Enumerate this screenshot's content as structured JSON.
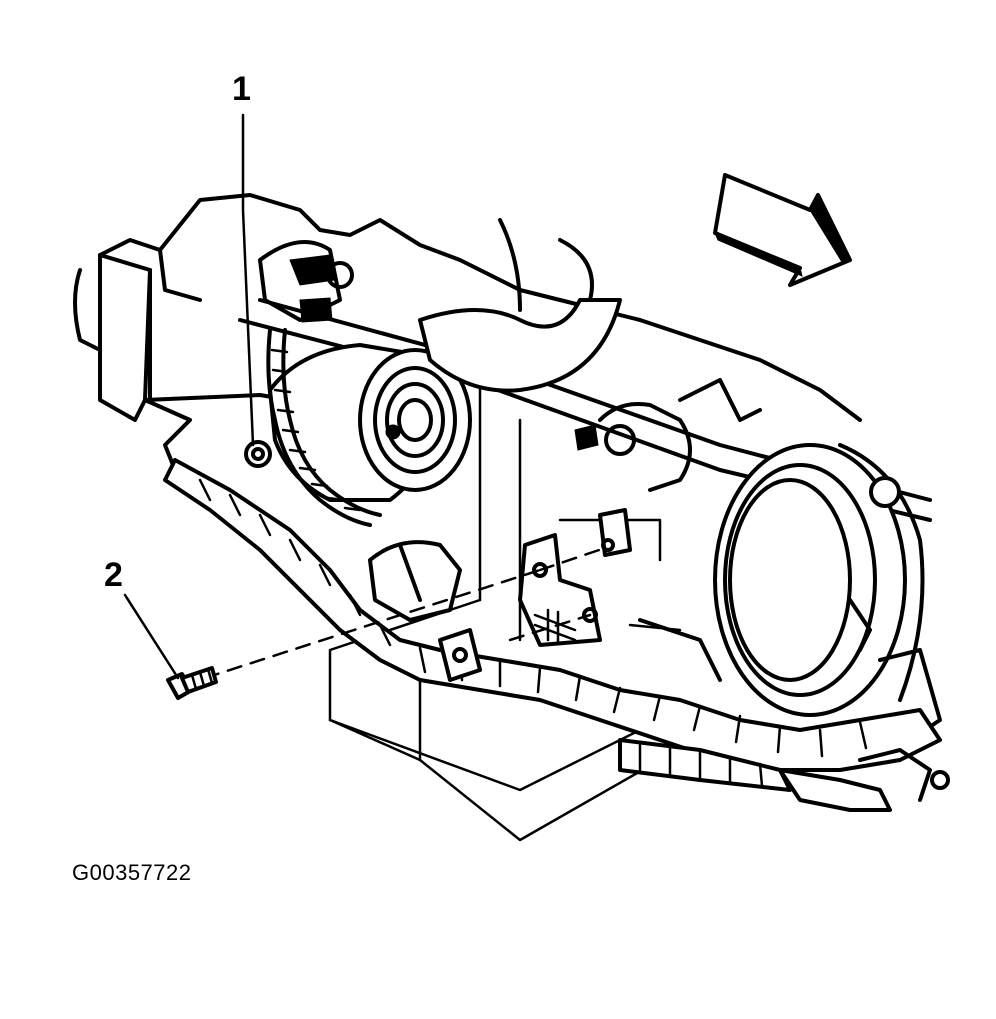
{
  "callouts": [
    {
      "label": "1"
    },
    {
      "label": "2"
    }
  ],
  "figure_id": "G00357722",
  "colors": {
    "ink": "#000000",
    "background": "#ffffff"
  },
  "icons": {
    "direction": "arrow-right-down-icon"
  }
}
